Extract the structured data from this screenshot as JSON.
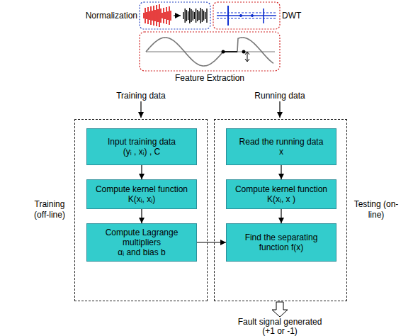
{
  "diagram": {
    "nodes": [
      {
        "text": [
          "Training (off-line)"
        ]
      },
      {
        "text": [
          "Input training data",
          "(yᵢ , xᵢ) , C"
        ],
        "in": 0
      },
      {
        "text": [
          "Compute kernel function",
          "K(xᵢ, xⱼ)"
        ],
        "in": 0
      },
      {
        "text": [
          "Compute Lagrange multipliers",
          "αᵢ and bias b"
        ],
        "in": 0
      },
      {
        "text": [
          "Testing (on-line)"
        ]
      },
      {
        "text": [
          "Read the running data",
          "x"
        ],
        "in": 4
      },
      {
        "text": [
          "Compute kernel function",
          "K(xᵢ, x )"
        ],
        "in": 4
      },
      {
        "text": [
          "Find the separating function f(x)"
        ],
        "in": 4
      }
    ],
    "edges": [
      {
        "from": 1,
        "to": 2,
        "arrow": "to"
      },
      {
        "from": 2,
        "to": 3,
        "arrow": "to"
      },
      {
        "from": 5,
        "to": 6,
        "arrow": "to"
      },
      {
        "from": 6,
        "to": 7,
        "arrow": "to"
      },
      {
        "from": 3,
        "to": 7,
        "arrow": "to"
      }
    ],
    "labels": [
      "Normalization",
      "DWT",
      "Feature Extraction",
      "Training data",
      "Running data",
      "Fault signal generated (+1 or -1)"
    ]
  }
}
